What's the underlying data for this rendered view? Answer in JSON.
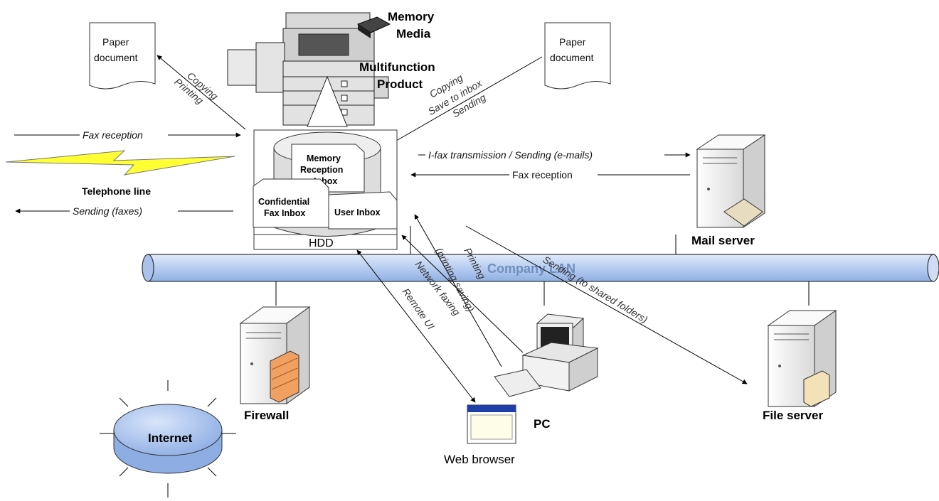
{
  "labels": {
    "memory_media_1": "Memory",
    "memory_media_2": "Media",
    "mfp_1": "Multifunction",
    "mfp_2": "Product",
    "paper_doc_1": "Paper",
    "paper_doc_2": "document",
    "paper_doc_right_1": "Paper",
    "paper_doc_right_2": "document",
    "copying_printing_1": "Copying",
    "copying_printing_2": "Printing",
    "copy_save_send_1": "Copying",
    "copy_save_send_2": "Save to inbox",
    "copy_save_send_3": "Sending",
    "fax_reception_left": "Fax reception",
    "telephone_line": "Telephone line",
    "sending_faxes": "Sending (faxes)",
    "memory_reception_1": "Memory",
    "memory_reception_2": "Reception",
    "memory_reception_3": "Inbox",
    "confidential_1": "Confidential",
    "confidential_2": "Fax Inbox",
    "user_inbox": "User Inbox",
    "hdd": "HDD",
    "ifax": "I-fax transmission / Sending (e-mails)",
    "fax_reception_right": "Fax reception",
    "mail_server": "Mail server",
    "company_lan": "Company LAN",
    "printing_1": "Printing",
    "printing_2": "(printing/saving)",
    "network_faxing": "Network faxing",
    "remote_ui": "Remote UI",
    "sending_shared": "Sending (to shared folders)",
    "firewall": "Firewall",
    "internet": "Internet",
    "pc": "PC",
    "web_browser": "Web browser",
    "file_server": "File server"
  },
  "colors": {
    "lan_pipe": "#bcd2f2",
    "lightning": "#ffff33",
    "internet": "#b8cdf0",
    "server_body": "#f2f2f2",
    "firewall_brick": "#f0a060"
  }
}
